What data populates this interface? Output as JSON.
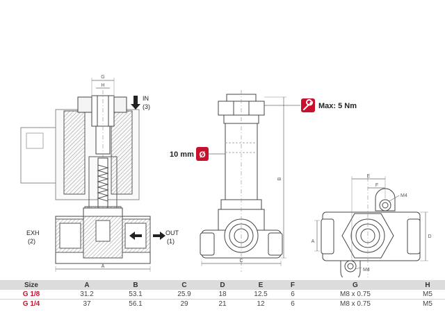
{
  "labels": {
    "in_port": "IN",
    "in_num": "(3)",
    "exh_port": "EXH",
    "exh_num": "(2)",
    "out_port": "OUT",
    "out_num": "(1)",
    "dim_g": "G",
    "dim_h": "H",
    "dim_a": "A",
    "dim_b": "B",
    "dim_c": "C",
    "dim_d": "D",
    "dim_e": "E",
    "dim_f": "F",
    "m4_top": "M4",
    "m4_bottom": "M4",
    "torque": "Max: 5 Nm",
    "diameter": "10 mm",
    "diameter_symbol": "Ø"
  },
  "colors": {
    "accent": "#c8102e",
    "line": "#444444",
    "header_bg": "#dcdcdc"
  },
  "icons": {
    "wrench": "wrench-icon",
    "diameter": "diameter-icon"
  },
  "table": {
    "headers": [
      "Size",
      "A",
      "B",
      "C",
      "D",
      "E",
      "F",
      "G",
      "H"
    ],
    "rows": [
      [
        "G 1/8",
        "31.2",
        "53.1",
        "25.9",
        "18",
        "12.5",
        "6",
        "M8 x 0.75",
        "M5"
      ],
      [
        "G 1/4",
        "37",
        "56.1",
        "29",
        "21",
        "12",
        "6",
        "M8 x 0.75",
        "M5"
      ]
    ]
  }
}
